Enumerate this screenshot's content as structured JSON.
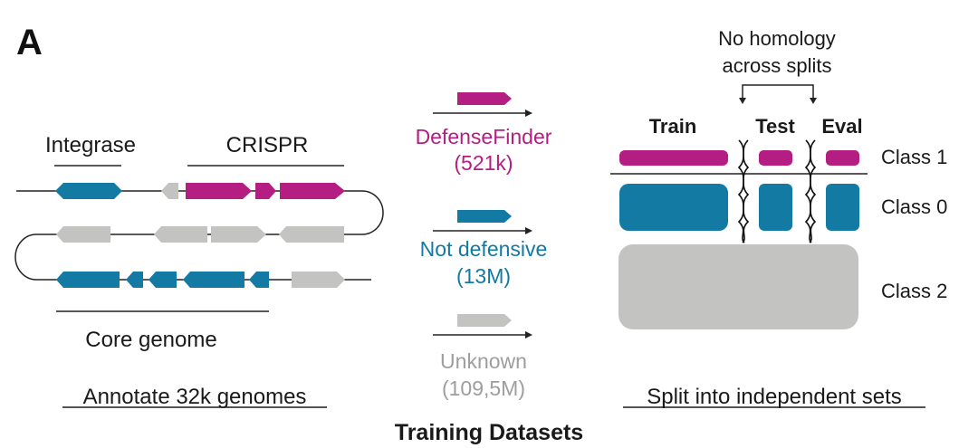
{
  "panel_letter": "A",
  "colors": {
    "defense": "#b41e82",
    "notdefense": "#137aa3",
    "unknown": "#c3c3c1",
    "line": "#222222"
  },
  "genome": {
    "integrase_label": "Integrase",
    "crispr_label": "CRISPR",
    "core_label": "Core genome",
    "caption": "Annotate 32k genomes"
  },
  "datasets": [
    {
      "name": "DefenseFinder",
      "count": "(521k)",
      "color": "#b41e82"
    },
    {
      "name": "Not defensive",
      "count": "(13M)",
      "color": "#137aa3"
    },
    {
      "name": "Unknown",
      "count": "(109,5M)",
      "color": "#9e9e9e"
    }
  ],
  "splits": {
    "homology_line1": "No homology",
    "homology_line2": "across splits",
    "columns": [
      "Train",
      "Test",
      "Eval"
    ],
    "classes": [
      "Class 1",
      "Class 0",
      "Class 2"
    ],
    "caption": "Split into independent sets"
  },
  "footer_title": "Training Datasets"
}
